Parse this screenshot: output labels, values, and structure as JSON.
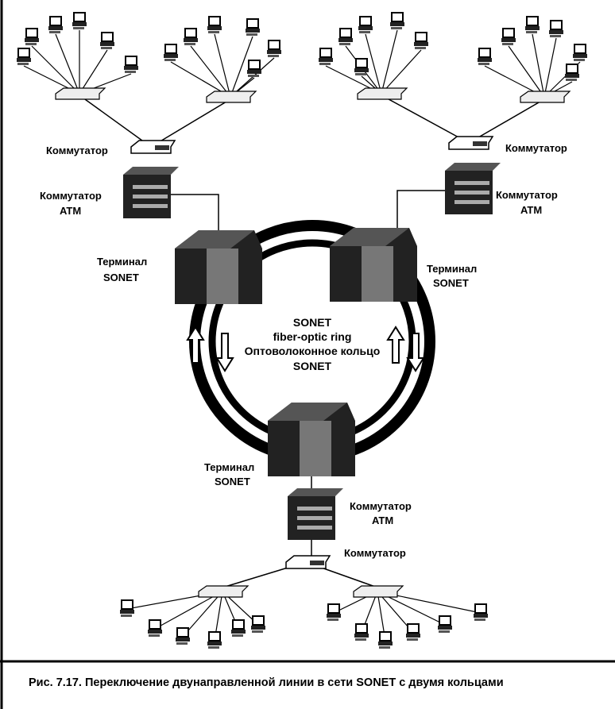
{
  "diagram": {
    "labels": {
      "switch_top_left": "Коммутатор",
      "atm_top_left": [
        "Коммутатор",
        "ATM"
      ],
      "terminal_top_left": [
        "Терминал",
        "SONET"
      ],
      "switch_top_right": "Коммутатор",
      "atm_top_right": [
        "Коммутатор",
        "ATM"
      ],
      "terminal_top_right": [
        "Терминал",
        "SONET"
      ],
      "terminal_bottom": [
        "Терминал",
        "SONET"
      ],
      "atm_bottom": [
        "Коммутатор",
        "ATM"
      ],
      "switch_bottom": "Коммутатор"
    },
    "ring_label": [
      "SONET",
      "fiber-optic ring",
      "Оптоволоконное кольцо",
      "SONET"
    ]
  },
  "caption": {
    "number": "Рис. 7.17.",
    "text": "Переключение двунаправленной линии в сети SONET с двумя кольцами"
  }
}
